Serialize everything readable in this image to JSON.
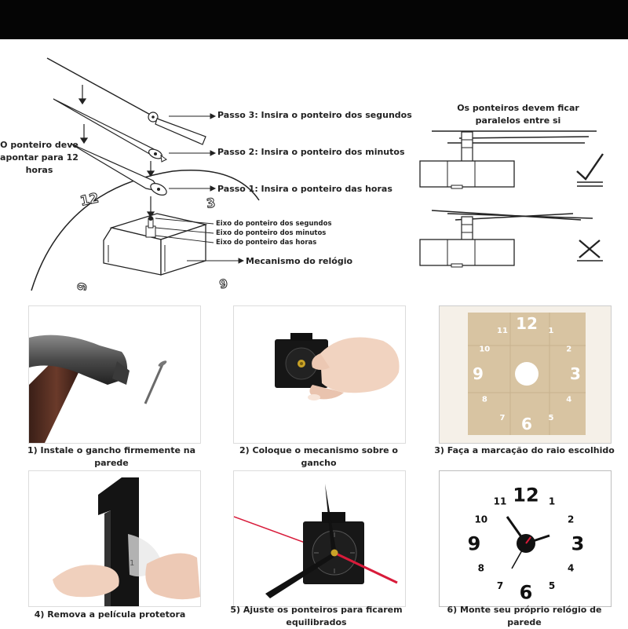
{
  "diagram": {
    "step3": "Passo 3: Insira o ponteiro dos segundos",
    "step2": "Passo 2: Insira o ponteiro dos minutos",
    "step1": "Passo 1: Insira o ponteiro das horas",
    "note_left": "O ponteiro deve apontar para 12 horas",
    "axle_seconds": "Eixo do ponteiro dos segundos",
    "axle_minutes": "Eixo do ponteiro dos minutos",
    "axle_hours": "Eixo do ponteiro das horas",
    "mechanism": "Mecanismo do relógio",
    "parallel_note": "Os ponteiros devem ficar paralelos entre si",
    "dial_numbers": [
      "12",
      "3",
      "9",
      "6"
    ]
  },
  "steps": [
    {
      "caption": "1) Instale o gancho firmemente na parede"
    },
    {
      "caption": "2) Coloque o mecanismo sobre o gancho"
    },
    {
      "caption": "3) Faça a marcação do raio escolhido"
    },
    {
      "caption": "4) Remova a película protetora"
    },
    {
      "caption": "5) Ajuste os ponteiros para ficarem equilibrados"
    },
    {
      "caption": "6) Monte seu próprio relógio de parede"
    }
  ],
  "template_numbers": [
    "12",
    "1",
    "2",
    "3",
    "4",
    "5",
    "6",
    "7",
    "8",
    "9",
    "10",
    "11"
  ],
  "clock_numbers": [
    "12",
    "1",
    "2",
    "3",
    "4",
    "5",
    "6",
    "7",
    "8",
    "9",
    "10",
    "11"
  ],
  "sticker_digit": "1",
  "colors": {
    "topbar": "#050505",
    "template_paper": "#d8c4a2",
    "second_hand": "#d81b3a",
    "hand_dark": "#111111"
  }
}
